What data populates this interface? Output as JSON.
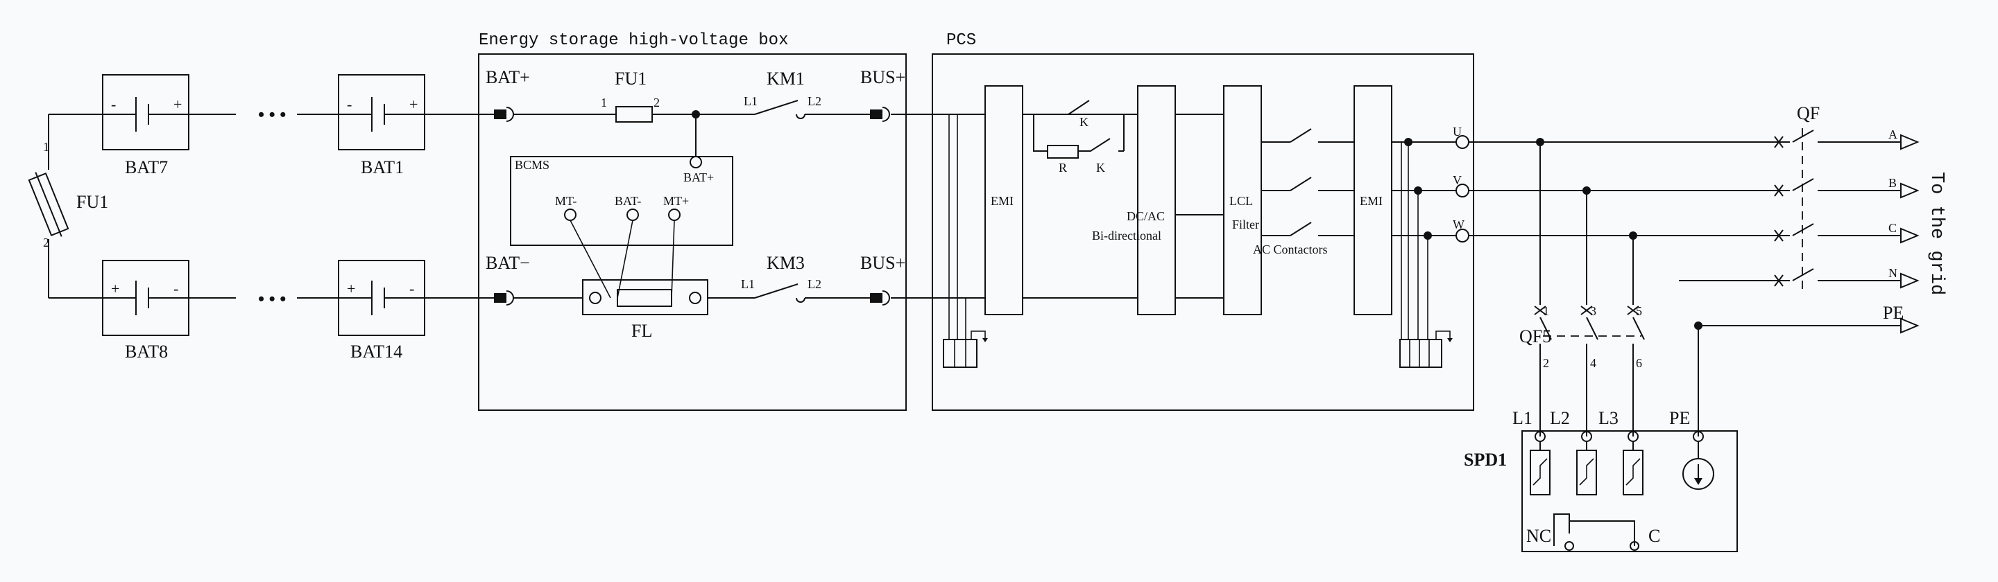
{
  "labels": {
    "hv_box_title": "Energy storage high-voltage box",
    "pcs_title": "PCS",
    "bat7": "BAT7",
    "bat1": "BAT1",
    "bat8": "BAT8",
    "bat14": "BAT14",
    "ellipsis": "• • •",
    "fu1_left": "FU1",
    "fu1_left_pin1": "1",
    "fu1_left_pin2": "2",
    "bat_plus": "BAT+",
    "bat_minus": "BAT−",
    "fu1": "FU1",
    "fu1_pin1": "1",
    "fu1_pin2": "2",
    "km1": "KM1",
    "km1_l1": "L1",
    "km1_l2": "L2",
    "km3": "KM3",
    "km3_l1": "L1",
    "km3_l2": "L2",
    "bus_plus_1": "BUS+",
    "bus_plus_2": "BUS+",
    "bcms": "BCMS",
    "bcms_bat_plus": "BAT+",
    "mt_minus": "MT-",
    "bat_minus_pin": "BAT-",
    "mt_plus": "MT+",
    "fl": "FL",
    "emi1": "EMI",
    "emi2": "EMI",
    "r": "R",
    "k1": "K",
    "k2": "K",
    "dcac": "DC/AC",
    "bidirectional": "Bi-directional",
    "lcl": "LCL",
    "filter": "Filter",
    "ac_contactors": "AC Contactors",
    "u": "U",
    "v": "V",
    "w": "W",
    "qf": "QF",
    "a": "A",
    "b": "B",
    "c": "C",
    "n": "N",
    "pe": "PE",
    "to_grid": "To the grid",
    "qf5": "QF5",
    "qf5_p1": "1",
    "qf5_p3": "3",
    "qf5_p5": "5",
    "qf5_p2": "2",
    "qf5_p4": "4",
    "qf5_p6": "6",
    "spd_l1": "L1",
    "spd_l2": "L2",
    "spd_l3": "L3",
    "spd_pe": "PE",
    "spd1": "SPD1",
    "nc": "NC",
    "c_term": "C"
  }
}
